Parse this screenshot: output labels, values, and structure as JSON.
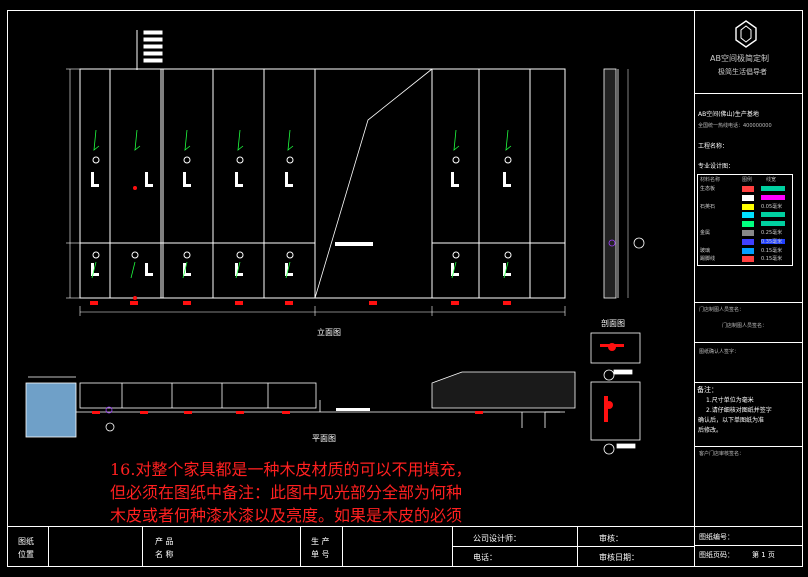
{
  "views": {
    "elevation_label": "立面图",
    "section_label": "剖面图",
    "plan_label": "平面图"
  },
  "note": {
    "line1": "16.对整个家具都是一种木皮材质的可以不用填充，",
    "line2": "但必须在图纸中备注：此图中见光部分全部为何种",
    "line3": "木皮或者何种漆水漆以及亮度。如果是木皮的必须"
  },
  "title_block": {
    "logo_name": "AB空间极简定制",
    "logo_sub": "极简生活倡导者",
    "company": "AB空间(佛山)生产基地",
    "company_sub": "全国统一热线电话：400000000",
    "project_label": "工程名称：",
    "material_label": "专业设计图：",
    "legend_headers": [
      "材料名称",
      "图例",
      "线宽"
    ],
    "legend_rows": [
      {
        "name": "生态板",
        "color": "#ff4040",
        "bar": "#00d0a0",
        "weight": ""
      },
      {
        "name": "",
        "color": "#ffffff",
        "bar": "#ff00ff",
        "weight": ""
      },
      {
        "name": "石英石",
        "color": "#ffff00",
        "bar": "",
        "weight": "0.05毫米"
      },
      {
        "name": "",
        "color": "#00e0ff",
        "bar": "#00d0a0",
        "weight": ""
      },
      {
        "name": "",
        "color": "#00ff80",
        "bar": "#00d0a0",
        "weight": ""
      },
      {
        "name": "金属",
        "color": "#888888",
        "bar": "",
        "weight": "0.25毫米"
      },
      {
        "name": "",
        "color": "#4040ff",
        "bar": "#2040ff",
        "weight": "0.35毫米"
      },
      {
        "name": "玻璃",
        "color": "#00a0ff",
        "bar": "",
        "weight": "0.15毫米"
      },
      {
        "name": "踢脚线",
        "color": "#ff4040",
        "bar": "",
        "weight": "0.15毫米"
      }
    ],
    "signoff1": "门店制图人员签名：",
    "signoff2": "门店制图人员签名：",
    "signoff3": "图纸确认人签字：",
    "remarks_title": "备注：",
    "remarks": [
      "1.尺寸单位为毫米",
      "2.请仔细核对图纸并签字",
      "确认后，以下单图纸为准",
      "后修改。"
    ],
    "store_review": "客户门店审核签名：",
    "drawing_no_label": "图纸编号：",
    "page_label": "图纸页码：",
    "page_value": "第 1 页"
  },
  "bottom_bar": {
    "drawing_pos": [
      "图纸",
      "位置"
    ],
    "product_name": [
      "产 品",
      "名 称"
    ],
    "order_no": [
      "生 产",
      "单 号"
    ],
    "designer_label": "公司设计师：",
    "phone_label": "电话：",
    "review_label": "审核：",
    "review_date_label": "审核日期："
  }
}
